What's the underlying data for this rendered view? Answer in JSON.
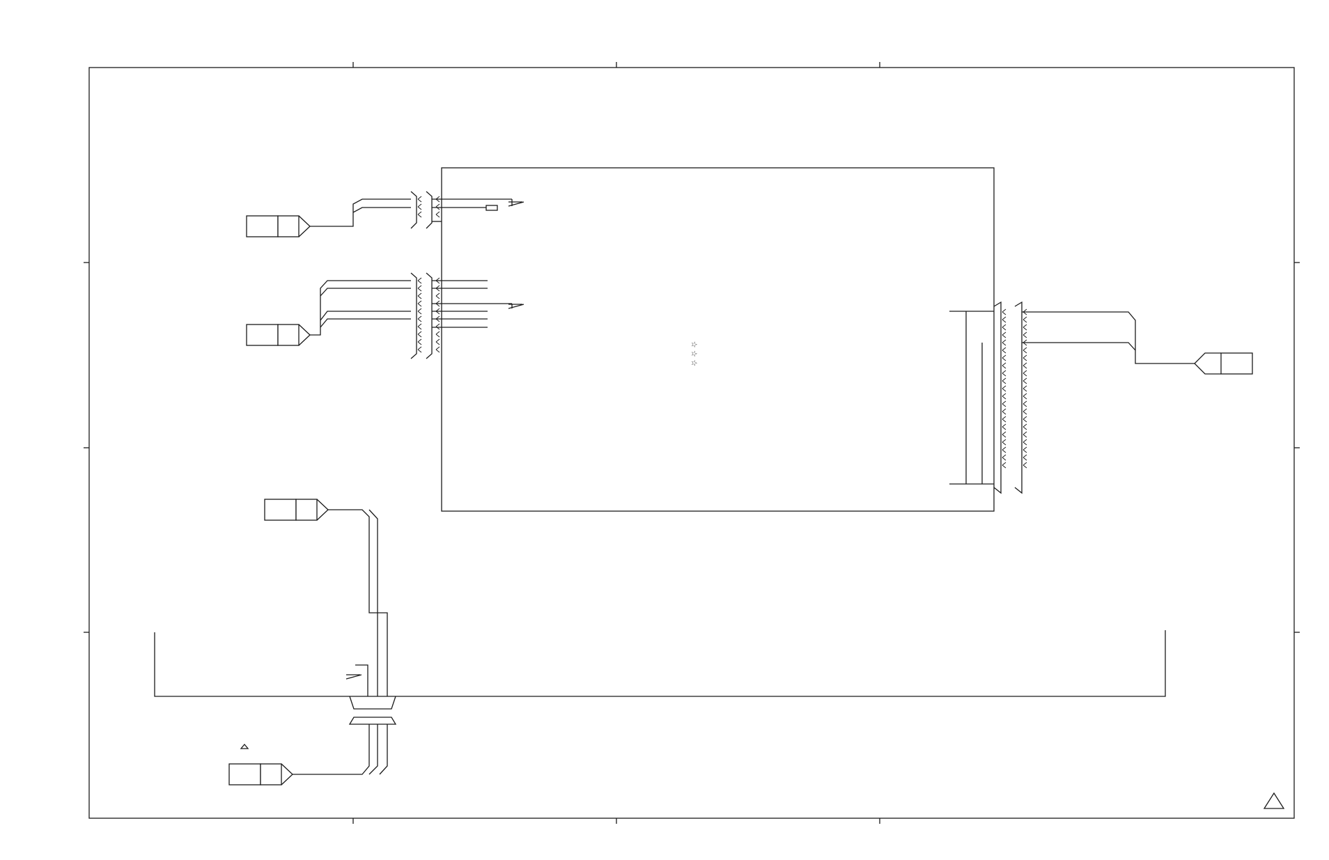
{
  "diagram": {
    "kind": "wiring-schematic",
    "line_color": "#1a1a1a",
    "background": "#ffffff",
    "main_board": {
      "label": "",
      "center_marks": "☆ ☆ ☆"
    },
    "connectors": [
      {
        "id": "conn-top-left-1",
        "label": ""
      },
      {
        "id": "conn-top-left-2",
        "label": ""
      },
      {
        "id": "conn-right",
        "label": ""
      },
      {
        "id": "conn-bottom-upper",
        "label": ""
      },
      {
        "id": "conn-bottom-lower",
        "label": ""
      }
    ],
    "warning_symbols": [
      "small-triangle",
      "corner-triangle"
    ]
  }
}
